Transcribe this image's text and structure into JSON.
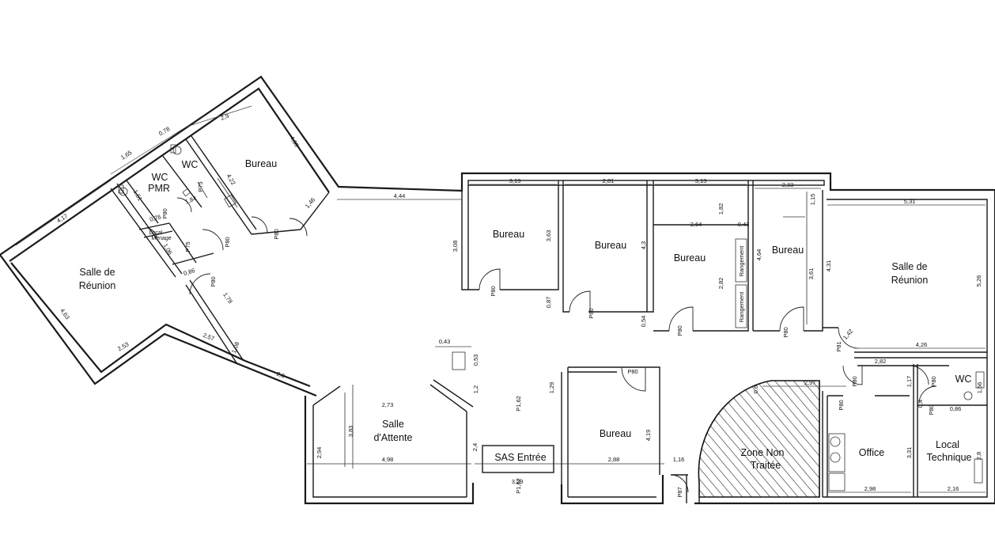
{
  "rooms": {
    "salle_reunion_left": [
      "Salle de",
      "Réunion"
    ],
    "salle_reunion_right": [
      "Salle de",
      "Réunion"
    ],
    "bureau": "Bureau",
    "wc_pmr": [
      "WC",
      "PMR"
    ],
    "wc": "WC",
    "local_menage": [
      "Local",
      "Ménage"
    ],
    "salle_attente": [
      "Salle",
      "d'Attente"
    ],
    "sas_entree": "SAS Entrée",
    "zone_non_traitee": [
      "Zone Non",
      "Traitée"
    ],
    "office": "Office",
    "local_technique": [
      "Local",
      "Technique"
    ],
    "rangement": "Rangement"
  },
  "doors": {
    "p80": "P80",
    "p75": "P75",
    "p81": "P81",
    "p87": "P87",
    "p162": "P1,62"
  },
  "dimensions": {
    "d_165": "1,65",
    "d_078": "0,78",
    "d_29": "2,9",
    "d_406": "4,06",
    "d_151": "1,51",
    "d_184": "1,84",
    "d_422": "4,22",
    "d_146": "1,46",
    "d_417": "4,17",
    "d_076": "0,76",
    "d_106": "1,06",
    "d_086": "0,86",
    "d_463": "4,63",
    "d_253": "2,53",
    "d_257": "2,57",
    "d_108": "1,08",
    "d_26": "2,6",
    "d_444": "4,44",
    "d_178": "1,78",
    "d_313a": "3,13",
    "d_281": "2,81",
    "d_313b": "3,13",
    "d_233": "2,33",
    "d_531": "5,31",
    "d_308": "3,08",
    "d_363": "3,63",
    "d_087": "0,87",
    "d_43": "4,3",
    "d_054": "0,54",
    "d_182": "1,82",
    "d_264": "2,64",
    "d_043a": "0,43",
    "d_464": "4,64",
    "d_282": "2,82",
    "d_115": "1,15",
    "d_361": "3,61",
    "d_431": "4,31",
    "d_526": "5,26",
    "d_142": "1,42",
    "d_426": "4,26",
    "d_043b": "0,43",
    "d_053": "0,53",
    "d_12": "1,2",
    "d_273": "2,73",
    "d_383": "3,83",
    "d_294": "2,94",
    "d_498": "4,98",
    "d_24": "2,4",
    "d_329": "3,29",
    "d_129": "1,29",
    "d_288": "2,88",
    "d_419": "4,19",
    "d_116": "1,16",
    "d_297": "2,97",
    "d_06": "0,6",
    "d_282b": "2,82",
    "d_117": "1,17",
    "d_156": "1,56",
    "d_086b": "0,86",
    "d_04": "0,4",
    "d_331": "3,31",
    "d_298": "2,98",
    "d_216": "2,16",
    "d_28": "2,8"
  }
}
